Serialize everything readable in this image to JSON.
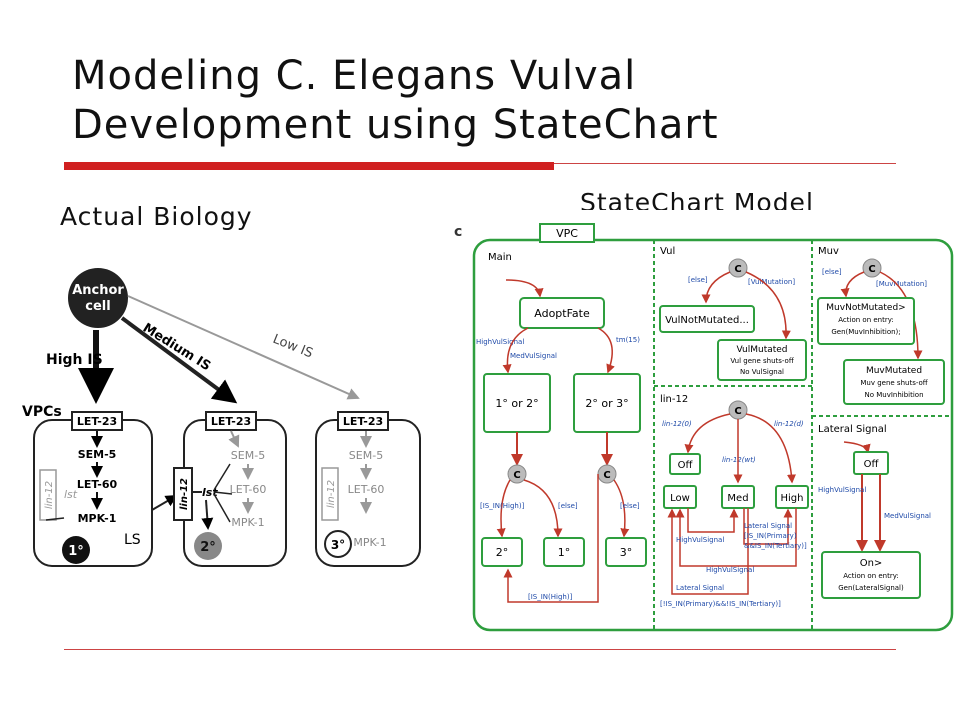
{
  "slide": {
    "title_line1": "Modeling C. Elegans Vulval",
    "title_line2": "Development using StateChart",
    "left_heading": "Actual Biology",
    "right_heading": "StateChart Model"
  },
  "biology": {
    "anchor_line1": "Anchor",
    "anchor_line2": "cell",
    "high_is": "High IS",
    "medium_is": "Medium IS",
    "low_is": "Low IS",
    "vpcs": "VPCs",
    "let23": "LET-23",
    "sem5": "SEM-5",
    "let60": "LET-60",
    "mpk1": "MPK-1",
    "lin12": "lin-12",
    "lst": "lst",
    "ls": "LS",
    "fate1": "1°",
    "fate2": "2°",
    "fate3": "3°"
  },
  "statechart": {
    "panel_letter": "c",
    "vpc": "VPC",
    "main": "Main",
    "adopt_fate": "AdoptFate",
    "high_vul_signal": "HighVulSignal",
    "med_vul_signal": "MedVulSignal",
    "tm15": "tm(15)",
    "one_or_two": "1° or 2°",
    "two_or_three": "2° or 3°",
    "c": "C",
    "is_in_high": "[IS_IN(High)]",
    "else": "[else]",
    "fate2": "2°",
    "fate1": "1°",
    "fate3": "3°",
    "vul": "Vul",
    "vul_mutation": "[VulMutation]",
    "vul_not_mutated": "VulNotMutated...",
    "vul_mutated": "VulMutated",
    "vul_shuts_off": "Vul gene shuts-off",
    "no_vul_signal": "No VulSignal",
    "muv": "Muv",
    "muv_mutation": "[MuvMutation]",
    "muv_not_mutated": "MuvNotMutated>",
    "action_on_entry": "Action on entry:",
    "gen_muv_inhibition": "Gen(MuvInhibition);",
    "muv_mutated": "MuvMutated",
    "muv_shuts_off": "Muv gene shuts-off",
    "no_muv_inhibition": "No MuvInhibition",
    "lin12": "lin-12",
    "lin12_0": "lin-12(0)",
    "lin12_wt": "lin-12(wt)",
    "lin12_d": "lin-12(d)",
    "off": "Off",
    "low": "Low",
    "med": "Med",
    "high": "High",
    "lateral_signal": "Lateral Signal",
    "is_in_primary_tertiary": "[IS_IN(Primary)",
    "and_is_in_tertiary": "&&IS_IN(Tertiary)]",
    "not_primary_not_tertiary": "[!IS_IN(Primary)&&!IS_IN(Tertiary)]",
    "lateral_signal_heading": "Lateral Signal",
    "on": "On>",
    "gen_lateral_signal": "Gen(LateralSignal)"
  }
}
